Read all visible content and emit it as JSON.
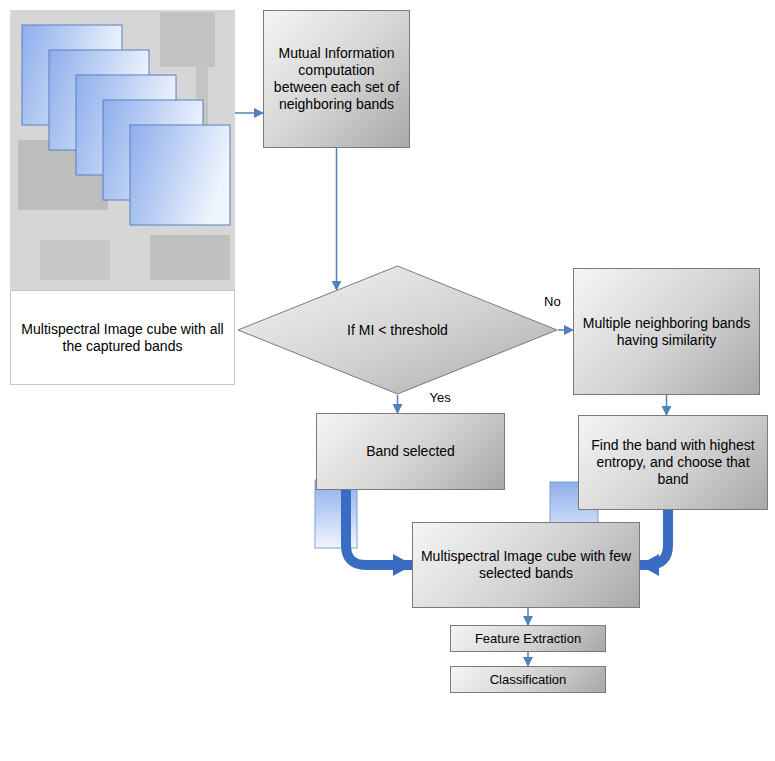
{
  "diagram": {
    "nodes": [
      {
        "text": [
          "Multispectral Image cube with all the captured bands"
        ]
      },
      {
        "text": [
          "Mutual Information computation between each set of neighboring bands"
        ]
      },
      {
        "text": [
          "If MI < threshold"
        ]
      },
      {
        "text": [
          "Multiple neighboring bands having similarity"
        ]
      },
      {
        "text": [
          "Band selected"
        ]
      },
      {
        "text": [
          "Find the band with highest entropy, and choose that band"
        ]
      },
      {
        "text": [
          "Multispectral Image cube with few selected bands"
        ]
      },
      {
        "text": [
          "Feature Extraction"
        ]
      },
      {
        "text": [
          "Classification"
        ]
      }
    ],
    "edges": [
      {
        "from": 0,
        "to": 1,
        "arrow": "to"
      },
      {
        "from": 1,
        "to": 2,
        "arrow": "to"
      },
      {
        "from": 2,
        "to": 3,
        "label": "No",
        "arrow": "to"
      },
      {
        "from": 2,
        "to": 4,
        "label": "Yes",
        "arrow": "to"
      },
      {
        "from": 3,
        "to": 5,
        "arrow": "to"
      },
      {
        "from": 4,
        "to": 6,
        "arrow": "to"
      },
      {
        "from": 5,
        "to": 6,
        "arrow": "to"
      },
      {
        "from": 6,
        "to": 7,
        "arrow": "to"
      },
      {
        "from": 7,
        "to": 8,
        "arrow": "to"
      }
    ]
  }
}
